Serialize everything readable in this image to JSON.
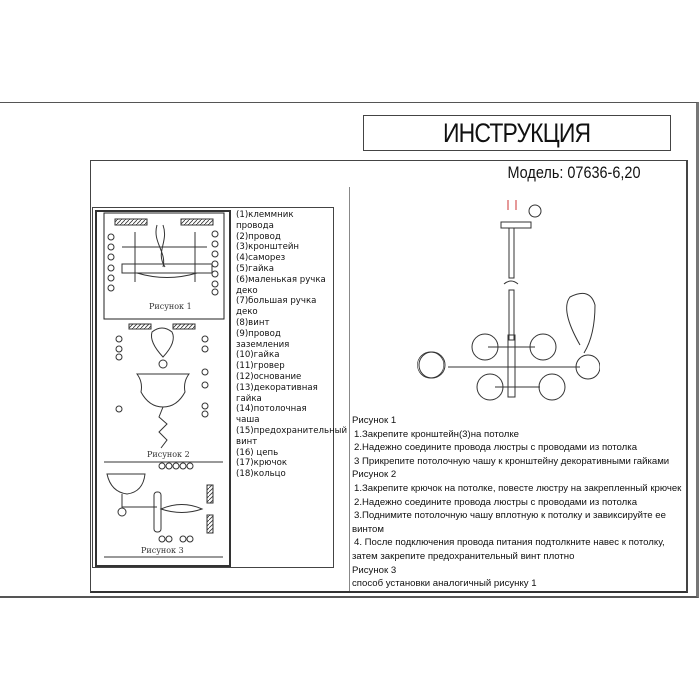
{
  "header": {
    "title": "ИНСТРУКЦИЯ",
    "model": "Модель: 07636-6,20"
  },
  "figures": {
    "fig1": "Рисунок 1",
    "fig2": "Рисунок 2",
    "fig3": "Рисунок 3"
  },
  "legend": [
    "(1)клеммник провода",
    "(2)провод",
    "(3)кронштейн",
    "(4)саморез",
    "(5)гайка",
    "(6)маленькая ручка деко",
    "(7)большая ручка деко",
    "(8)винт",
    "(9)провод заземления",
    "(10)гайка",
    "(11)гровер",
    "(12)основание",
    "(13)декоративная гайка",
    "(14)потолочная чаша",
    "(15)предохранительный винт",
    "(16) цепь",
    "(17)крючок",
    "(18)кольцо"
  ],
  "instructions": [
    {
      "text": "Рисунок 1",
      "heading": true
    },
    {
      "text": "1.Закрепите кронштейн(3)на потолке"
    },
    {
      "text": "2.Надежно соедините провода люстры с проводами из потолка"
    },
    {
      "text": "3 Прикрепите потолочную чашу к кронштейну декоративными гайками"
    },
    {
      "text": "Рисунок 2",
      "heading": true
    },
    {
      "text": "1.Закрепите крючок на потолке, повесте люстру на закрепленный крючек"
    },
    {
      "text": "2.Надежно соедините провода люстры с проводами из потолка"
    },
    {
      "text": "3.Поднимите потолочную чашу вплотную к потолку и завиксируйте ее"
    },
    {
      "text": "винтом",
      "heading": true
    },
    {
      "text": "4.  После подключения провода питания подтолкните навес к потолку,"
    },
    {
      "text": "затем закрепите предохранительный винт плотно",
      "heading": true
    },
    {
      "text": "Рисунок 3",
      "heading": true
    },
    {
      "text": "способ установки аналогичный рисунку 1",
      "heading": true
    }
  ]
}
